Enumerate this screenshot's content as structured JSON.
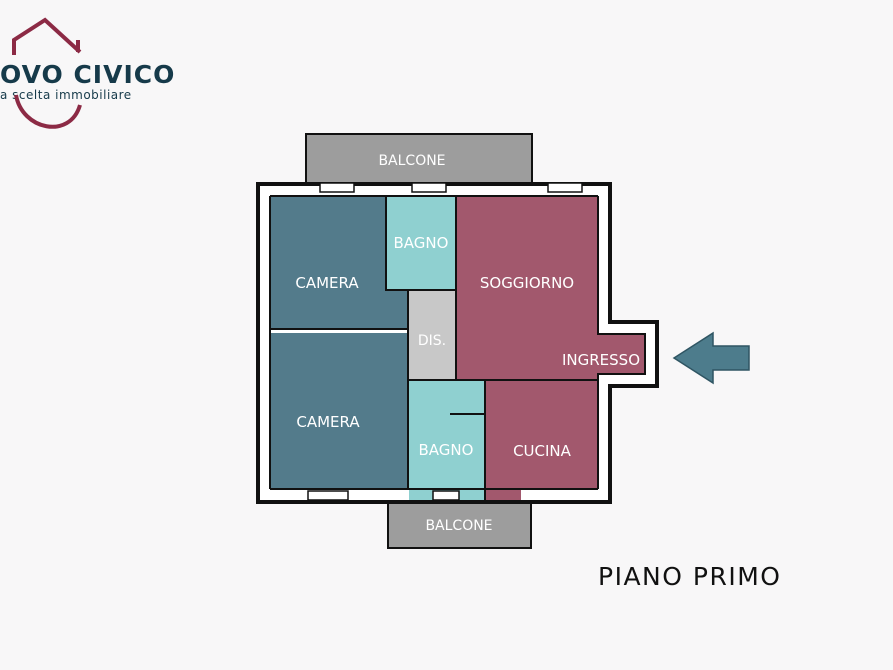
{
  "logo": {
    "name": "OVO CIVICO",
    "tagline": "a scelta immobiliare",
    "brand_color": "#8c2a45"
  },
  "plan": {
    "balcony_top": "BALCONE",
    "balcony_bottom": "BALCONE",
    "rooms": {
      "camera_top": "CAMERA",
      "camera_bottom": "CAMERA",
      "bagno_top": "BAGNO",
      "bagno_bottom": "BAGNO",
      "disimpegno": "DIS.",
      "soggiorno": "SOGGIORNO",
      "ingresso": "INGRESSO",
      "cucina": "CUCINA"
    },
    "colors": {
      "camera": "#537b8b",
      "bagno": "#8fd0d0",
      "disimpegno": "#c8c8c8",
      "living": "#a2586d",
      "balcone": "#9d9d9d",
      "wall": "#111111",
      "arrow": "#4d7c8c"
    },
    "entrance_arrow_icon": "arrow-left-icon"
  },
  "floor_title": "PIANO PRIMO"
}
